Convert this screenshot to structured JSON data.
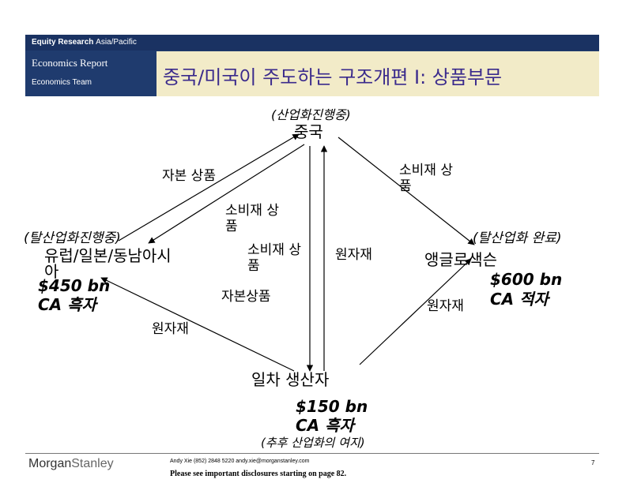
{
  "header": {
    "equity_research": "Equity Research",
    "region": "Asia/Pacific",
    "report": "Economics Report",
    "team": "Economics Team",
    "title": "중국/미국이 주도하는 구조개편 I: 상품부문"
  },
  "nodes": {
    "china": {
      "note": "(산업화진행중)",
      "name": "중국"
    },
    "europe": {
      "note": "(탈산업화진행중)",
      "name_line1": "유럽/일본/동남아시",
      "name_line2": "아",
      "amount": "$450 bn",
      "balance": "CA 흑자"
    },
    "anglo": {
      "note": "(탈산업화 완료)",
      "name": "앵글로색슨",
      "amount": "$600 bn",
      "balance": "CA 적자"
    },
    "producer": {
      "name": "일차 생산자",
      "amount": "$150 bn",
      "balance": "CA 흑자",
      "note": "(추후 산업화의 여지)"
    }
  },
  "edges": {
    "capital_goods_top": "자본 상품",
    "consumer_goods_right_line1": "소비재 상",
    "consumer_goods_right_line2": "품",
    "consumer_goods_mid_line1": "소비재 상",
    "consumer_goods_mid_line2": "품",
    "consumer_goods_center_line1": "소비재 상",
    "consumer_goods_center_line2": "품",
    "raw_materials_center": "원자재",
    "capital_goods_center": "자본상품",
    "raw_materials_right": "원자재",
    "raw_materials_left": "원자재"
  },
  "footer": {
    "logo_morgan": "Morgan",
    "logo_stanley": "Stanley",
    "contact": "Andy Xie (852) 2848 5220  andy.xie@morganstanley.com",
    "disclosure": "Please see important disclosures starting on page 82.",
    "page": "7"
  }
}
